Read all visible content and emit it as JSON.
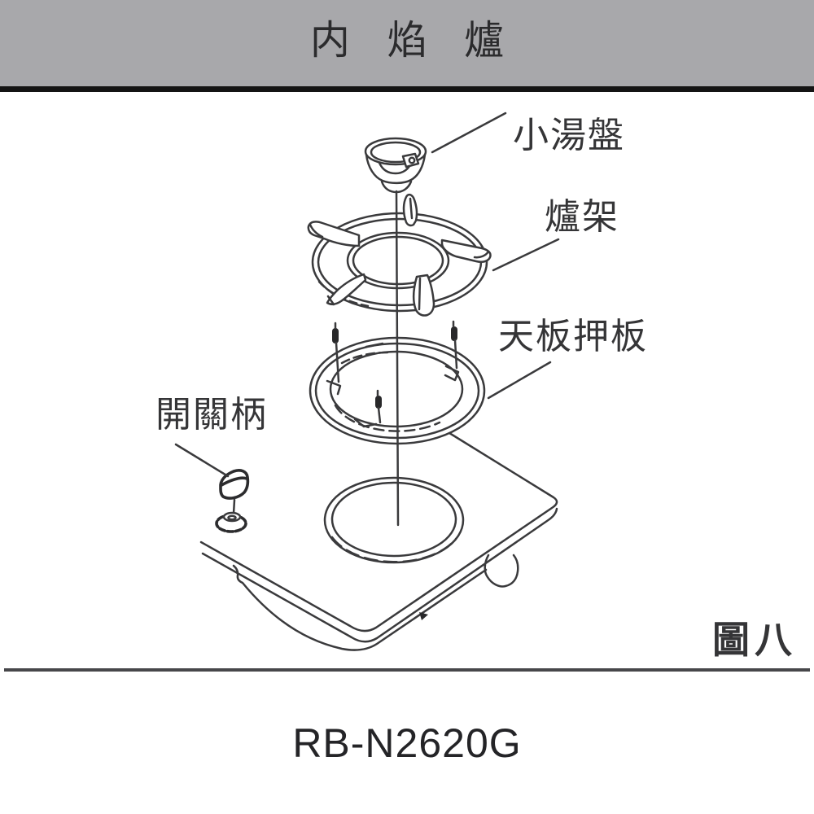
{
  "header": {
    "title": "内 焰 爐"
  },
  "parts": {
    "soup_plate": "小湯盤",
    "burner_rack": "爐架",
    "top_plate_press": "天板押板",
    "switch_handle": "開關柄"
  },
  "figure": {
    "number": "圖八"
  },
  "footer": {
    "model": "RB-N2620G"
  },
  "colors": {
    "header_bg": "#a8a8ab",
    "header_rule": "#141414",
    "line_art": "#3a3a3c",
    "divider": "#47474a",
    "label_text": "#353537"
  }
}
